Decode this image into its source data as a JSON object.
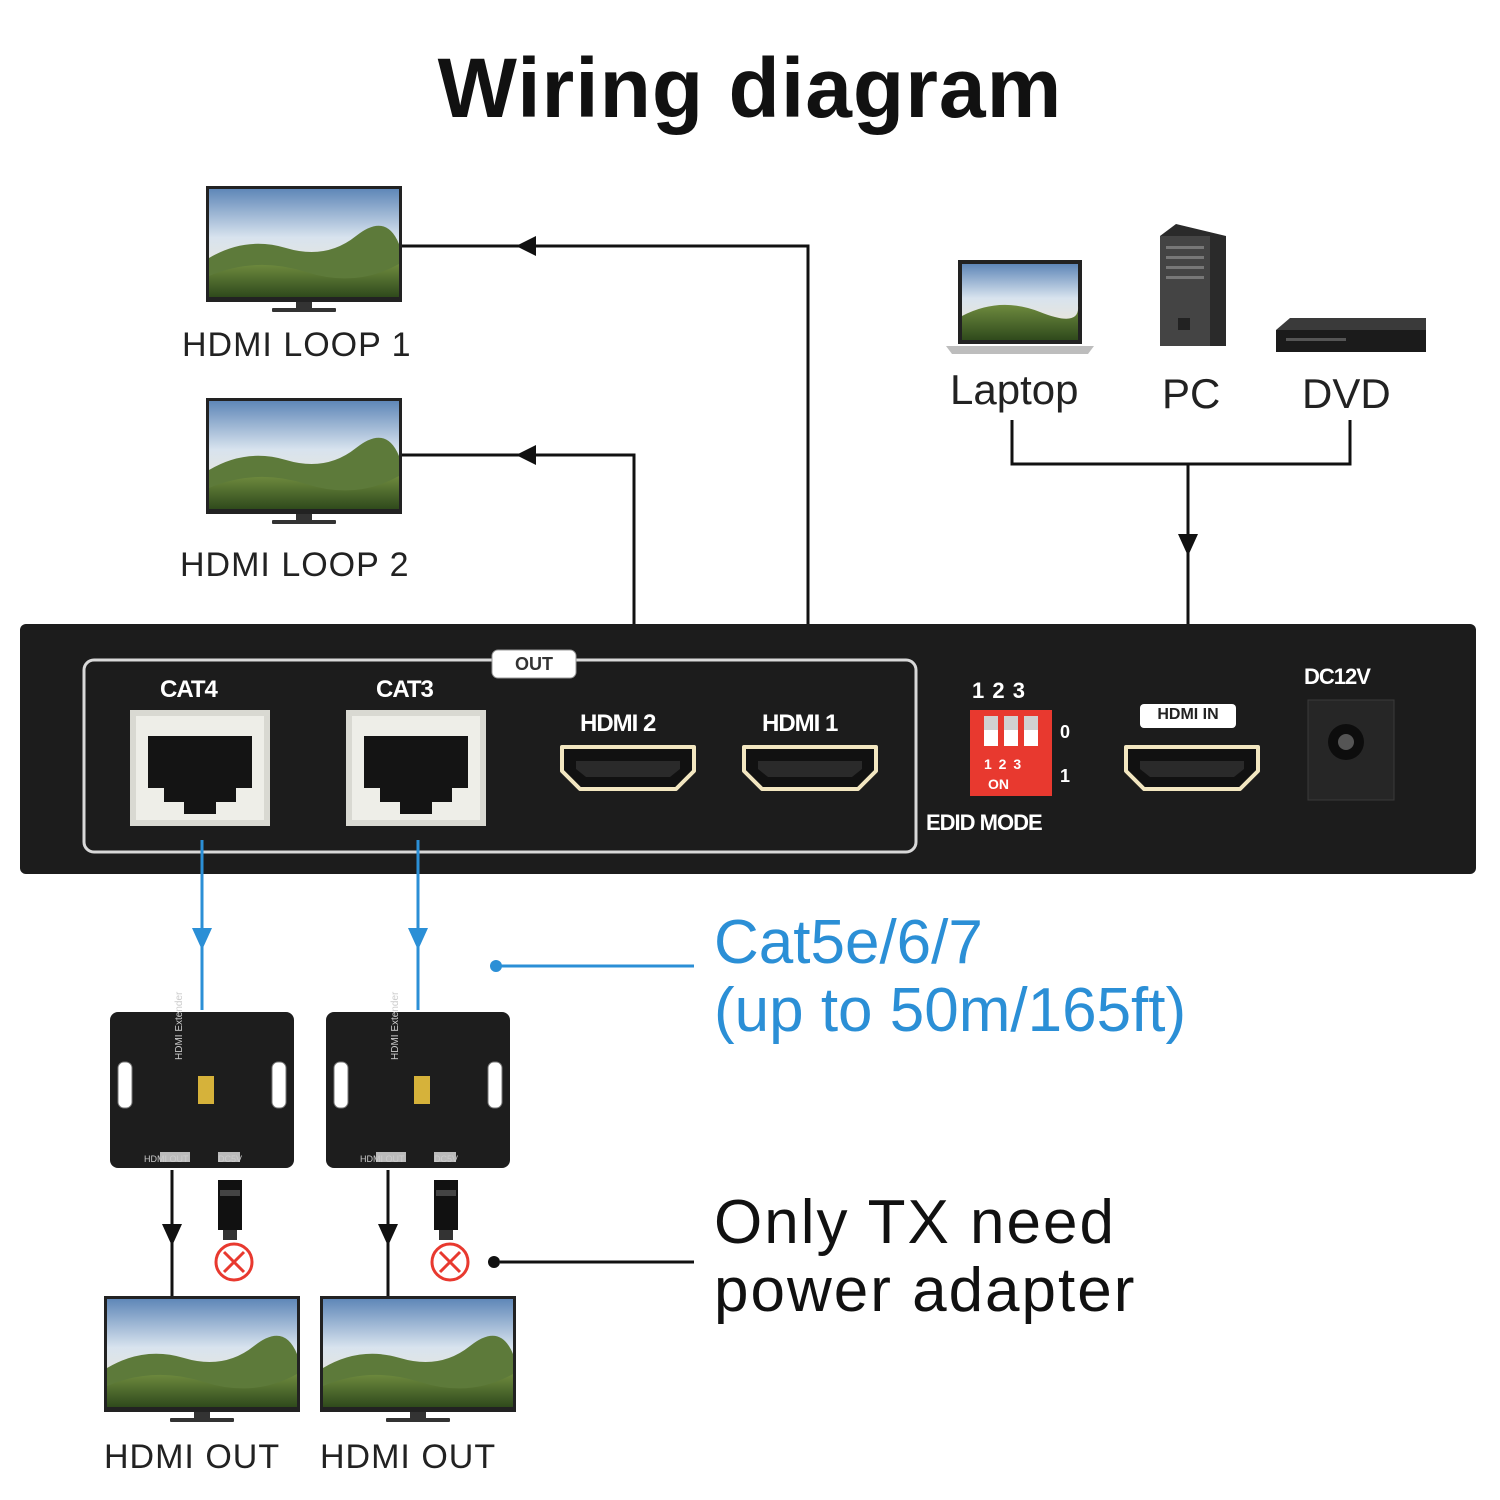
{
  "title": "Wiring diagram",
  "displays": {
    "loop1": "HDMI LOOP 1",
    "loop2": "HDMI LOOP 2",
    "out_a": "HDMI OUT",
    "out_b": "HDMI OUT"
  },
  "sources": {
    "laptop": "Laptop",
    "pc": "PC",
    "dvd": "DVD"
  },
  "device": {
    "out_tag": "OUT",
    "cat4": "CAT4",
    "cat3": "CAT3",
    "hdmi2": "HDMI 2",
    "hdmi1": "HDMI 1",
    "dip_numbers": "1 2 3",
    "dip_zero": "0",
    "dip_one": "1",
    "dip_on": "ON",
    "dip_switch_nums": "1 2 3",
    "edid": "EDID MODE",
    "hdmi_in": "HDMI IN",
    "dc": "DC12V"
  },
  "receiver": {
    "vertical_text": "HDMI Extender",
    "hdmi_out": "HDMI OUT",
    "dc": "DC5V"
  },
  "notes": {
    "cable_line1": "Cat5e/6/7",
    "cable_line2": "(up to 50m/165ft)",
    "power_line1": "Only TX need",
    "power_line2": "power adapter"
  },
  "colors": {
    "cable_blue": "#2b8fd6",
    "device_body": "#1c1c1c",
    "dip_red": "#e8392f",
    "not_allowed_red": "#e8392f"
  }
}
